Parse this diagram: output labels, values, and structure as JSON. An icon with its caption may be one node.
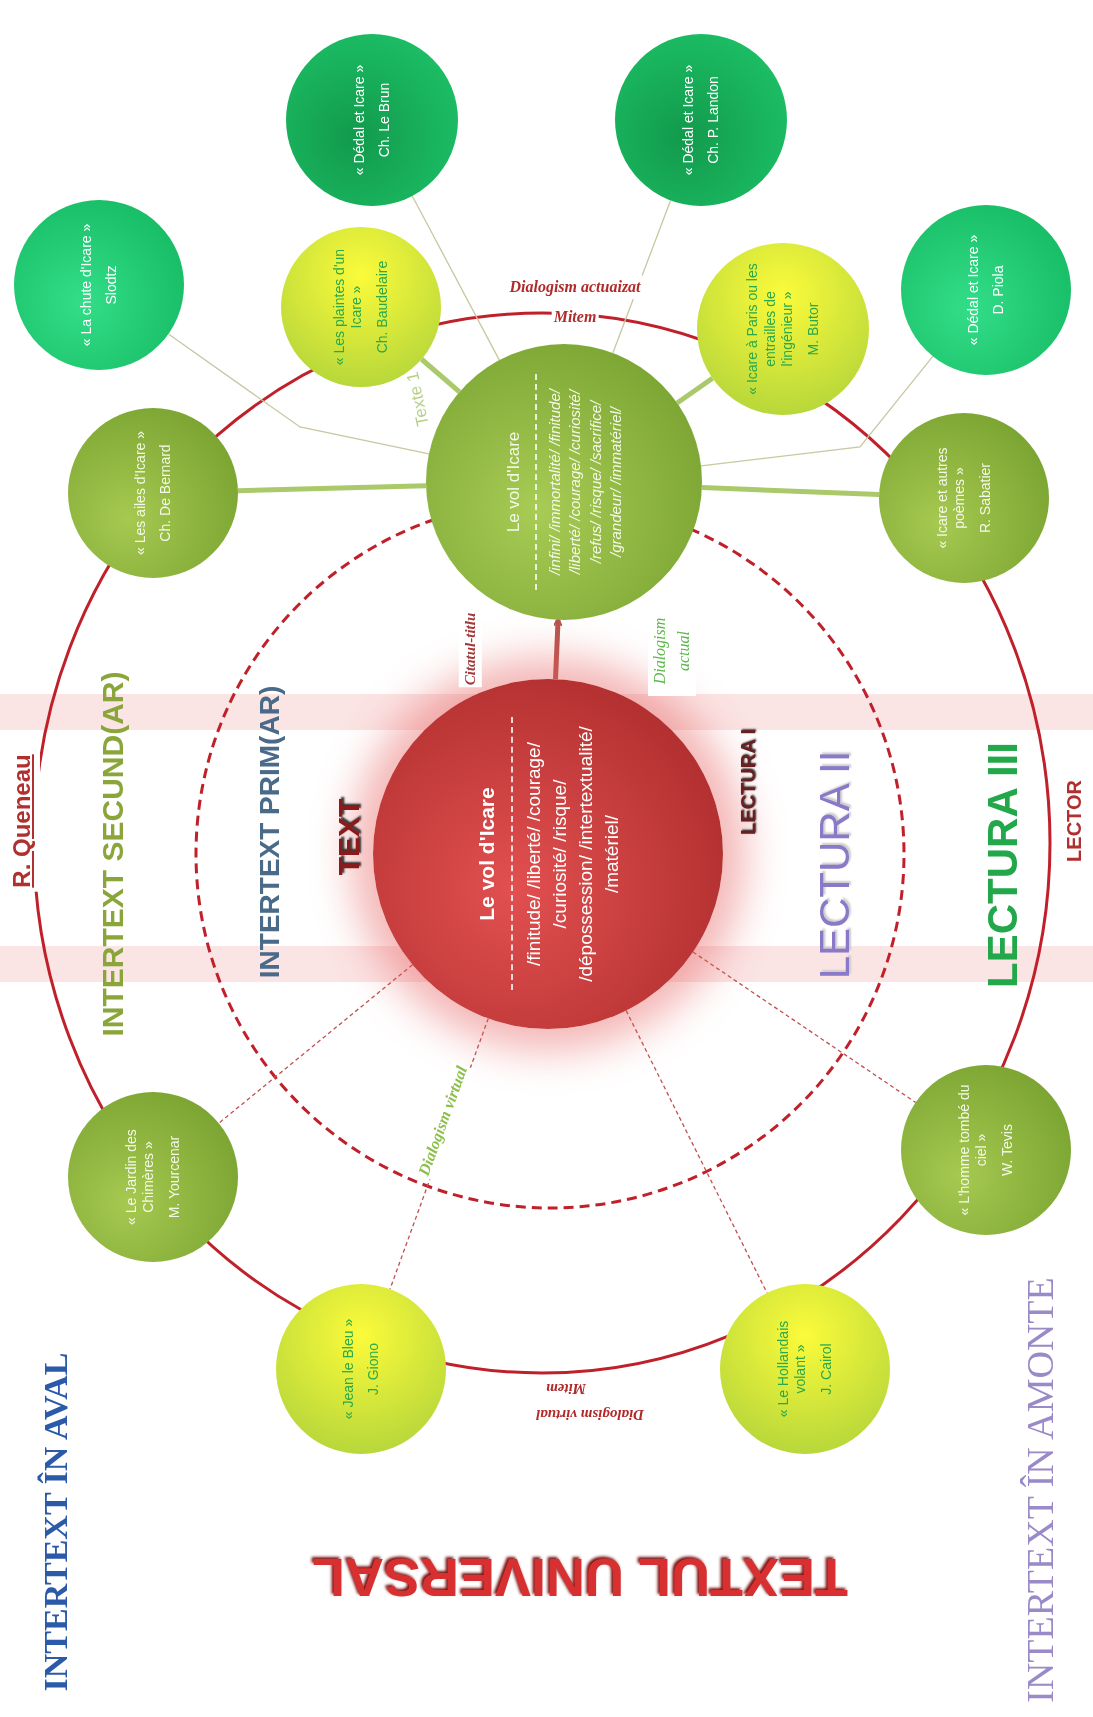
{
  "diagram": {
    "title": "TEXTUL UNIVERSAL",
    "nodes": [
      {
        "text": [
          "« La chute d'Icare »",
          "Slodtz"
        ]
      },
      {
        "text": [
          "« Dédal et Icare »",
          "Ch. Le Brun"
        ]
      },
      {
        "text": [
          "« Dédal et Icare »",
          "Ch. P. Landon"
        ]
      },
      {
        "text": [
          "« Dédal et Icare »",
          "D. Piola"
        ]
      },
      {
        "text": [
          "« Les plaintes d'un Icare »",
          "Ch. Baudelaire"
        ]
      },
      {
        "text": [
          "« Icare à Paris ou les entrailles de l'ingénieur »",
          "M. Butor"
        ]
      },
      {
        "text": [
          "« Les ailes d'Icare »",
          "Ch. De Bernard"
        ]
      },
      {
        "text": [
          "Le vol d'Icare",
          "/infini/ /immortalité/ /finitude/ /liberté/ /courage/ /curiosité/ /refus/ /risque/ /sacrifice/ /grandeur/ /immatériel/"
        ]
      },
      {
        "text": [
          "« Icare et autres poèmes »",
          "R. Sabatier"
        ]
      },
      {
        "text": [
          "Le vol d'Icare",
          "/finitude/ /liberté/ /courage/ /curiosité/ /risque/ /dépossession/ /intertextualité/ /matériel/"
        ]
      },
      {
        "text": [
          "« Le Jardin des Chimères »",
          "M. Yourcenar"
        ]
      },
      {
        "text": [
          "« L'homme tombé du ciel »",
          "W. Tevis"
        ]
      },
      {
        "text": [
          "« Jean le Bleu »",
          "J. Giono"
        ]
      },
      {
        "text": [
          "« Le Hollandais volant »",
          "J. Cairol"
        ]
      }
    ],
    "edges": [
      {
        "from": 9,
        "to": 7,
        "arrow": "to",
        "style": "thick",
        "color": "#b85450"
      },
      {
        "from": 7,
        "to": 0,
        "arrow": "none"
      },
      {
        "from": 7,
        "to": 4,
        "arrow": "none",
        "style": "thick",
        "color": "#a9c96a"
      },
      {
        "from": 7,
        "to": 1,
        "arrow": "none"
      },
      {
        "from": 7,
        "to": 2,
        "arrow": "none"
      },
      {
        "from": 7,
        "to": 5,
        "arrow": "none",
        "style": "thick",
        "color": "#a9c96a"
      },
      {
        "from": 7,
        "to": 3,
        "arrow": "none"
      },
      {
        "from": 7,
        "to": 8,
        "arrow": "none",
        "style": "thick",
        "color": "#a9c96a"
      },
      {
        "from": 7,
        "to": 6,
        "arrow": "none",
        "style": "thick",
        "color": "#a9c96a"
      },
      {
        "from": 9,
        "to": 10,
        "arrow": "none",
        "style": "dashed",
        "color": "#c0504d"
      },
      {
        "from": 9,
        "to": 12,
        "arrow": "none",
        "style": "dashed",
        "color": "#c0504d",
        "label": "Dialogism virtual"
      },
      {
        "from": 9,
        "to": 13,
        "arrow": "none",
        "style": "dashed",
        "color": "#c0504d"
      },
      {
        "from": 9,
        "to": 11,
        "arrow": "none",
        "style": "dashed",
        "color": "#c0504d"
      }
    ],
    "labels": [
      "R. Queneau",
      "INTERTEXT SECUND(AR)",
      "INTERTEXT PRIM(AR)",
      "TEXT",
      "Citatul-titlu",
      "Texte 1",
      "Dialogism actuaizat",
      "Mitem",
      "Dialogism actual",
      "LECTURA I",
      "LECTURA II",
      "LECTURA III",
      "LECTOR",
      "Dialogism virtual",
      "Mitem",
      "INTERTEXT ÎN AVAL",
      "INTERTEXT ÎN AMONTE"
    ]
  }
}
